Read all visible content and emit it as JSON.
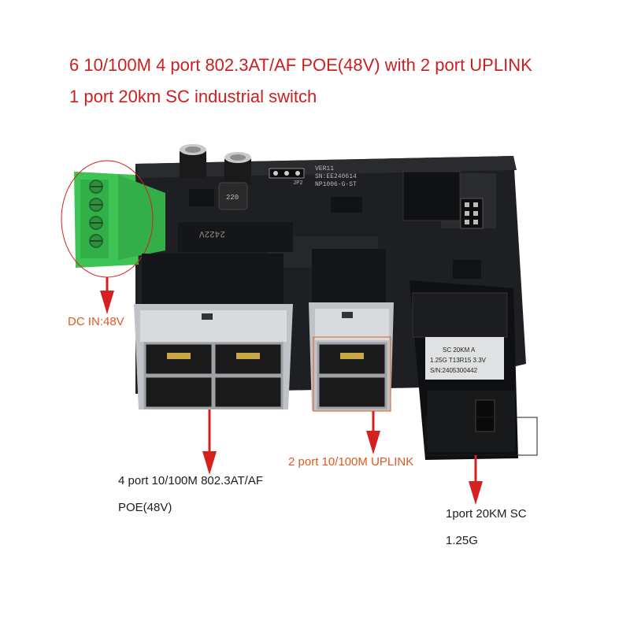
{
  "title": {
    "line1": "6 10/100M 4 port 802.3AT/AF POE(48V) with 2 port UPLINK",
    "line2": "1 port 20km SC industrial switch"
  },
  "labels": {
    "dc_in": "DC IN:48V",
    "poe_line1": "4 port 10/100M 802.3AT/AF",
    "poe_line2": "POE(48V)",
    "uplink": "2 port 10/100M UPLINK",
    "sc_line1": "1port 20KM SC",
    "sc_line2": "1.25G"
  },
  "board_print": {
    "ver": "VER11",
    "serial": "SN:EE240614",
    "model": "NP1006-G-ST",
    "jp2": "JP2",
    "cap": "220",
    "chip": "2422V"
  },
  "sfp_label": {
    "line1": "SC   20KM  A",
    "line2": "1.25G  T13R15  3.3V",
    "line3": "S/N:2405300442"
  },
  "colors": {
    "title": "#cc1f1f",
    "arrow": "#d62020",
    "annotation_orange": "#e0591e",
    "pcb": "#1e1f22",
    "terminal": "#3ec455"
  }
}
